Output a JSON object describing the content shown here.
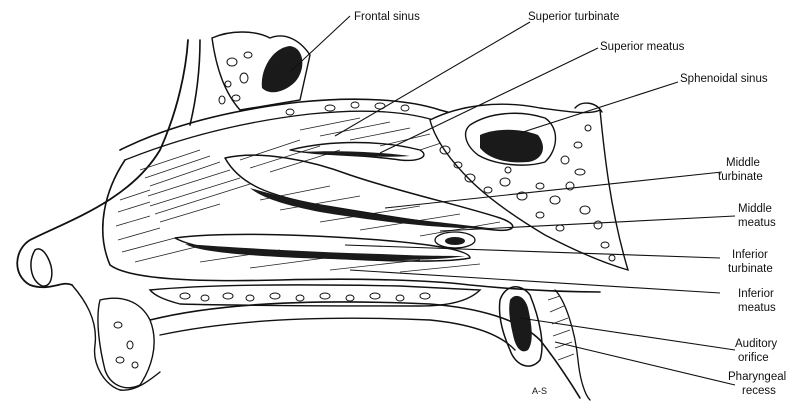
{
  "labels": {
    "frontal_sinus": "Frontal sinus",
    "superior_turbinate": "Superior turbinate",
    "superior_meatus": "Superior meatus",
    "sphenoidal_sinus": "Sphenoidal sinus",
    "middle_turbinate_1": "Middle",
    "middle_turbinate_2": "turbinate",
    "middle_meatus_1": "Middle",
    "middle_meatus_2": "meatus",
    "inferior_turbinate_1": "Inferior",
    "inferior_turbinate_2": "turbinate",
    "inferior_meatus_1": "Inferior",
    "inferior_meatus_2": "meatus",
    "auditory_orifice_1": "Auditory",
    "auditory_orifice_2": "orifice",
    "pharyngeal_recess_1": "Pharyngeal",
    "pharyngeal_recess_2": "recess",
    "signature": "A-S"
  }
}
